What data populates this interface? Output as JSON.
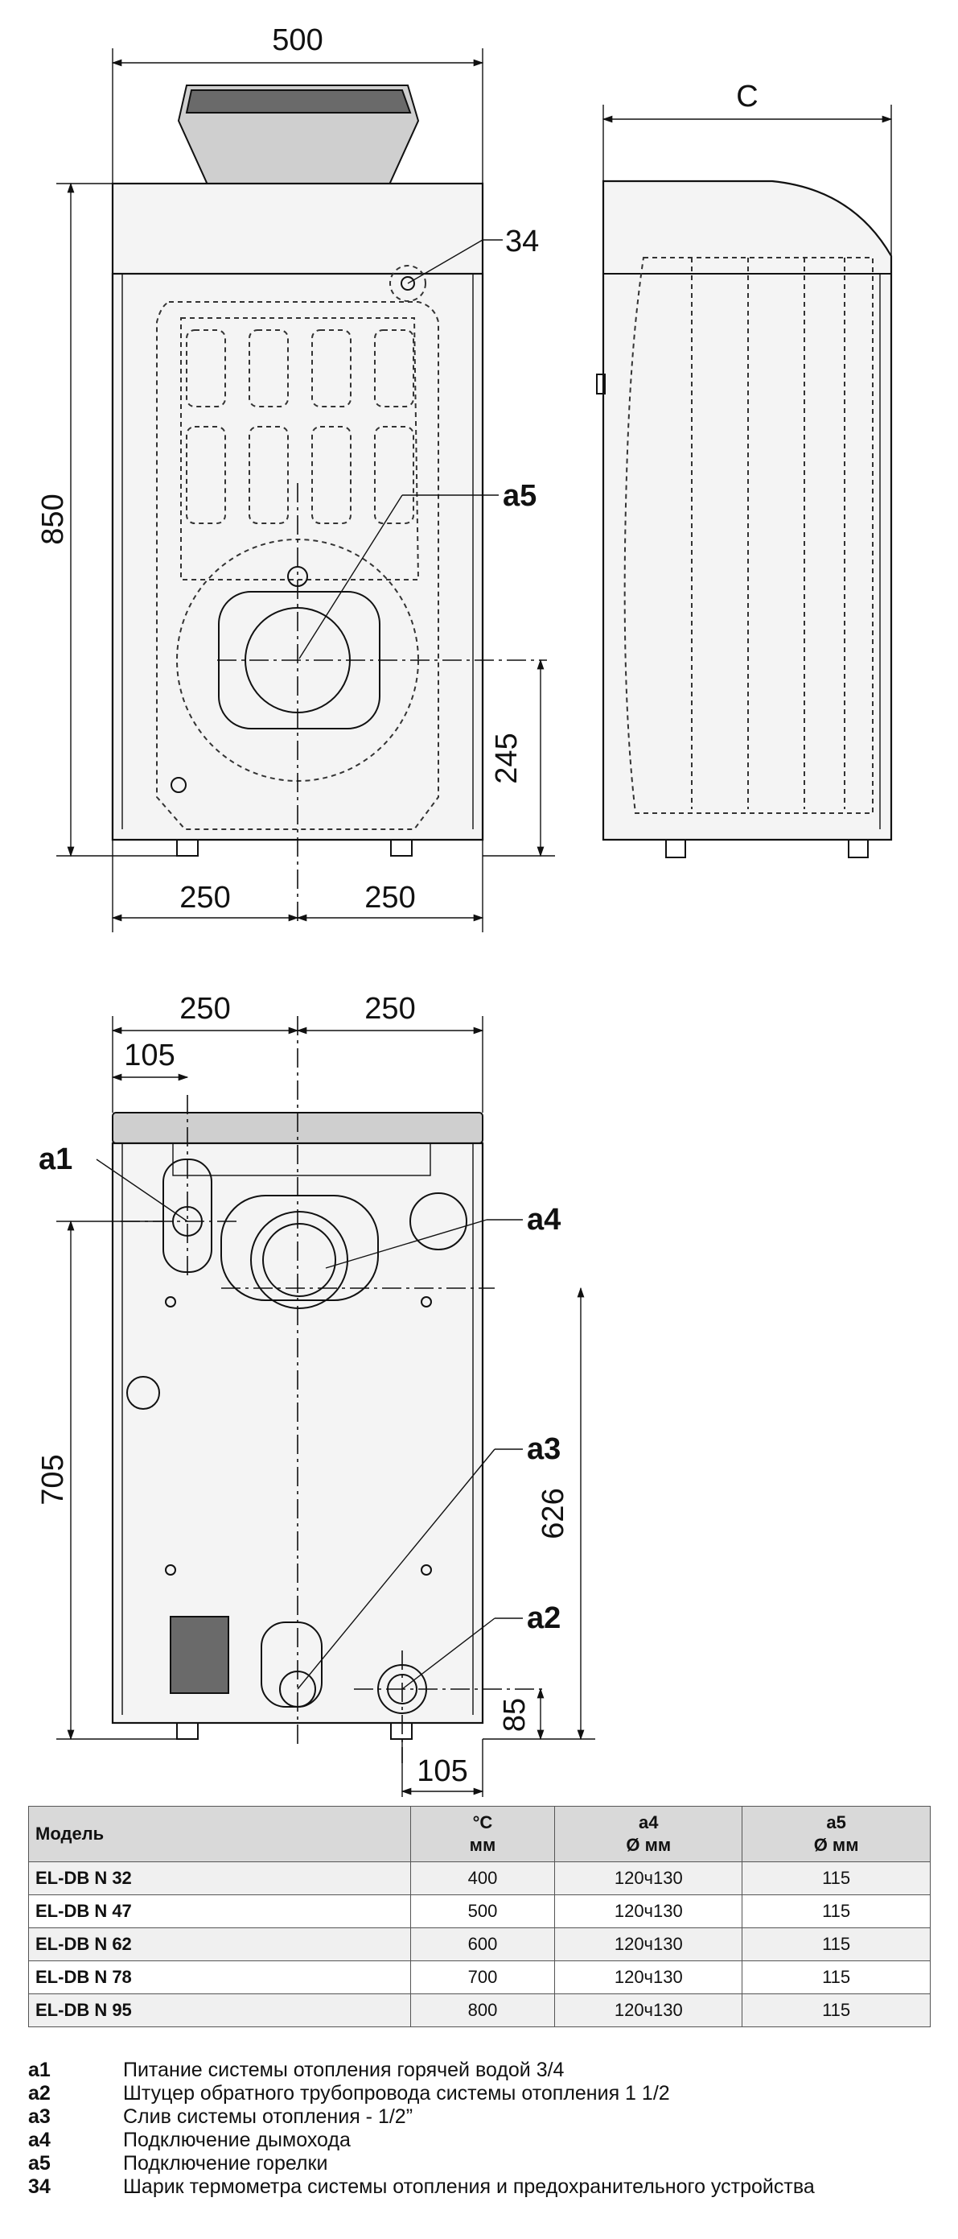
{
  "drawing": {
    "front_view": {
      "width_dim": "500",
      "height_dim": "850",
      "left_half_dim": "250",
      "right_half_dim": "250",
      "center_height_dim": "245",
      "callout_34": "34",
      "callout_a5": "a5"
    },
    "side_view": {
      "depth_dim": "C"
    },
    "rear_view": {
      "left_half_dim": "250",
      "right_half_dim": "250",
      "a1_offset_dim": "105",
      "a1_height_dim": "705",
      "a4_height_dim": "626",
      "a2_height_dim": "85",
      "a2_offset_dim": "105",
      "callout_a1": "a1",
      "callout_a2": "a2",
      "callout_a3": "a3",
      "callout_a4": "a4"
    }
  },
  "table": {
    "headers": {
      "model": "Модель",
      "c_top": "°C",
      "c_bottom": "мм",
      "a4_top": "a4",
      "a4_bottom": "Ø мм",
      "a5_top": "a5",
      "a5_bottom": "Ø мм"
    },
    "rows": [
      {
        "model": "EL-DB N 32",
        "c": "400",
        "a4": "120ч130",
        "a5": "115"
      },
      {
        "model": "EL-DB N 47",
        "c": "500",
        "a4": "120ч130",
        "a5": "115"
      },
      {
        "model": "EL-DB N 62",
        "c": "600",
        "a4": "120ч130",
        "a5": "115"
      },
      {
        "model": "EL-DB N 78",
        "c": "700",
        "a4": "120ч130",
        "a5": "115"
      },
      {
        "model": "EL-DB N 95",
        "c": "800",
        "a4": "120ч130",
        "a5": "115"
      }
    ]
  },
  "legend": [
    {
      "code": "a1",
      "text": "Питание системы отопления горячей водой 3/4"
    },
    {
      "code": "a2",
      "text": "Штуцер обратного трубопровода системы отопления 1 1/2"
    },
    {
      "code": "a3",
      "text": "Слив системы отопления - 1/2”"
    },
    {
      "code": "a4",
      "text": "Подключение дымохода"
    },
    {
      "code": "a5",
      "text": "Подключение горелки"
    },
    {
      "code": "34",
      "text": "Шарик термометра системы отопления и предохранительного устройства"
    }
  ]
}
